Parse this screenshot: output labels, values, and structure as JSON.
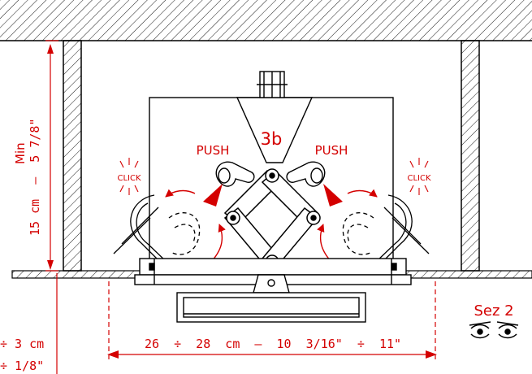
{
  "step_label": "3b",
  "push_label_left": "PUSH",
  "push_label_right": "PUSH",
  "click_label_left": "CLICK",
  "click_label_right": "CLICK",
  "min_label": "Min",
  "height_dimension": "15 cm  –  5 7/8\"",
  "width_dimension": "26  ÷  28  cm  –  10  3/16\"  ÷  11\"",
  "thickness_dimension_cm": "÷ 3 cm",
  "thickness_dimension_in": "÷ 1/8\"",
  "section_label": "Sez 2",
  "colors": {
    "line": "#000000",
    "annotation": "#d40000"
  }
}
